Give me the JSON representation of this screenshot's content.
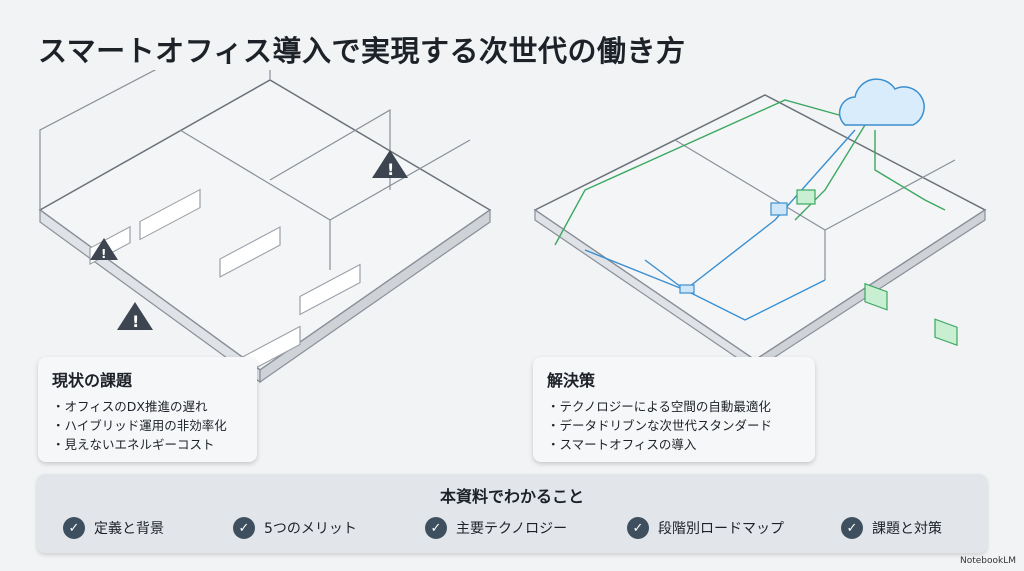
{
  "title": "スマートオフィス導入で実現する次世代の働き方",
  "current_issues": {
    "heading": "現状の課題",
    "items": [
      "オフィスのDX推進の遅れ",
      "ハイブリッド運用の非効率化",
      "見えないエネルギーコスト"
    ]
  },
  "solution": {
    "heading": "解決策",
    "items": [
      "テクノロジーによる空間の自動最適化",
      "データドリブンな次世代スタンダード",
      "スマートオフィスの導入"
    ]
  },
  "takeaways": {
    "heading": "本資料でわかること",
    "items": [
      "定義と背景",
      "5つのメリット",
      "主要テクノロジー",
      "段階別ロードマップ",
      "課題と対策"
    ]
  },
  "brand": "NotebookLM",
  "colors": {
    "accent_dark": "#3e5060",
    "network_green": "#3aa860",
    "network_blue": "#3a8fd0",
    "warning": "#3c4550"
  }
}
